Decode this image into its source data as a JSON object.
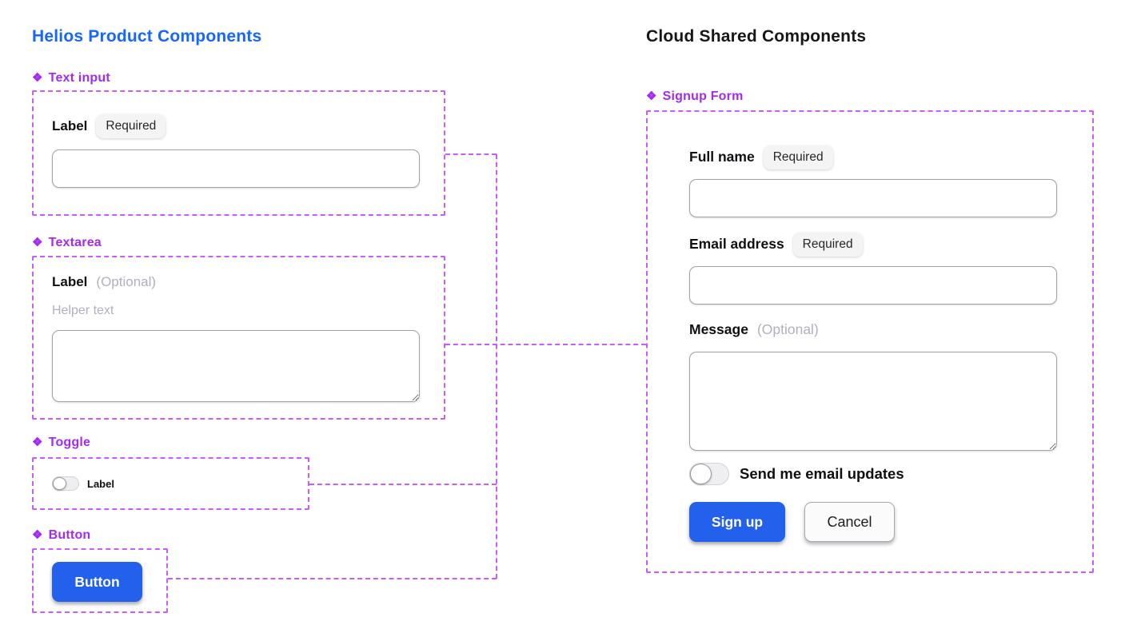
{
  "icons": {
    "component_diamond": "❖"
  },
  "colors": {
    "left_title_blue": "#1766fe",
    "right_title_black": "#17171a",
    "section_header_purple": "#a32af2",
    "dashed_connector_purple": "#c95dfa",
    "primary_button_blue": "#2361ec",
    "badge_background": "#f4f4f5",
    "muted_text": "#b3aec1"
  },
  "left": {
    "title": "Helios Product Components",
    "sections": {
      "text_input": {
        "title": "Text input",
        "label": "Label",
        "badge": "Required",
        "input_value": ""
      },
      "textarea": {
        "title": "Textarea",
        "label": "Label",
        "optional": "(Optional)",
        "helper": "Helper text",
        "textarea_value": ""
      },
      "toggle": {
        "title": "Toggle",
        "label": "Label",
        "state": "off"
      },
      "button": {
        "title": "Button",
        "button_label": "Button"
      }
    }
  },
  "right": {
    "title": "Cloud Shared Components",
    "signup": {
      "title": "Signup Form",
      "fields": {
        "full_name": {
          "label": "Full name",
          "badge": "Required",
          "value": ""
        },
        "email": {
          "label": "Email address",
          "badge": "Required",
          "value": ""
        },
        "message": {
          "label": "Message",
          "optional": "(Optional)",
          "value": ""
        }
      },
      "toggle_label": "Send me email updates",
      "toggle_state": "off",
      "submit_label": "Sign up",
      "cancel_label": "Cancel"
    }
  }
}
